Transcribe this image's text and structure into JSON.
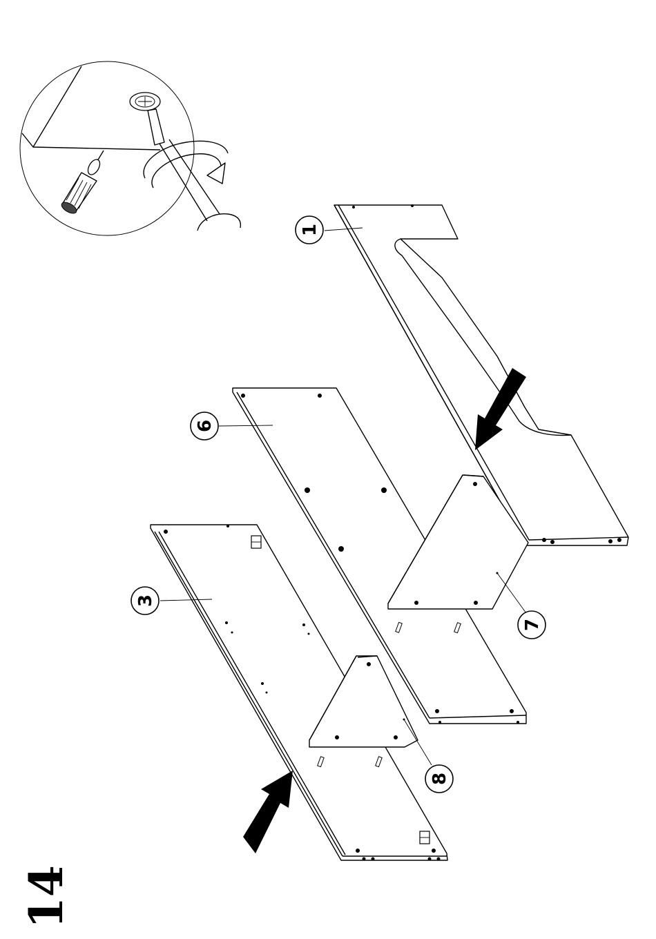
{
  "step_number": "14",
  "parts": [
    {
      "id": "part-1",
      "label": "1"
    },
    {
      "id": "part-3",
      "label": "3"
    },
    {
      "id": "part-6",
      "label": "6"
    },
    {
      "id": "part-7",
      "label": "7"
    },
    {
      "id": "part-8",
      "label": "8"
    }
  ],
  "icons": [
    "screwdriver-icon",
    "cam-lock-icon",
    "dowel-icon",
    "rotate-arrow-icon",
    "push-arrow-icon"
  ]
}
